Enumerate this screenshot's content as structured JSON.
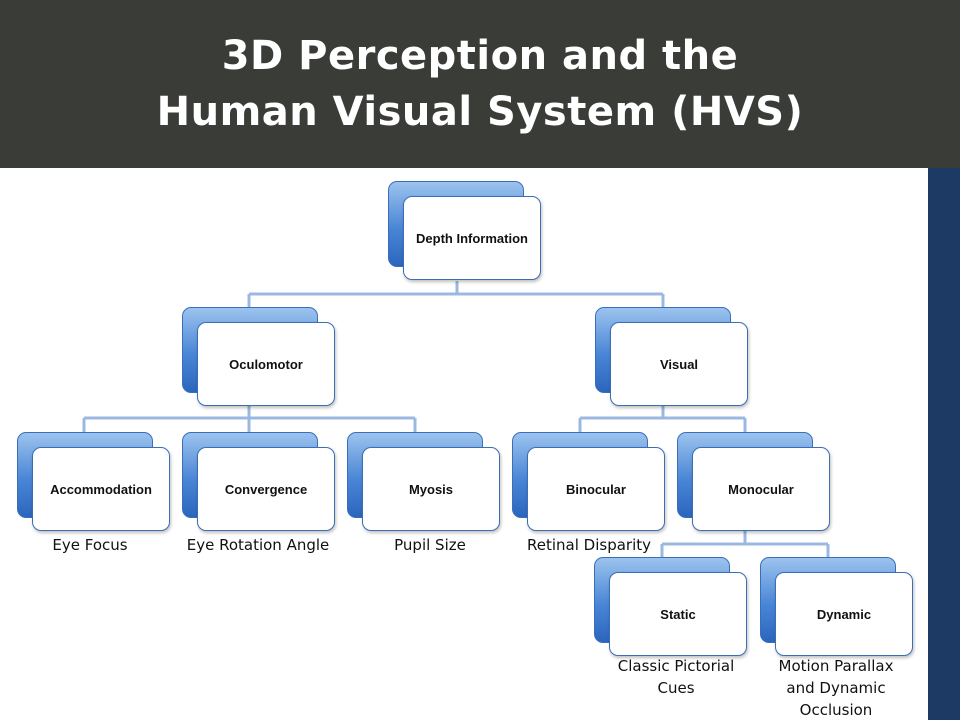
{
  "title": {
    "line1": "3D Perception and the",
    "line2": "Human Visual System (HVS)"
  },
  "nodes": {
    "depth": "Depth Information",
    "oculomotor": "Oculomotor",
    "visual": "Visual",
    "accommodation": "Accommodation",
    "convergence": "Convergence",
    "myosis": "Myosis",
    "binocular": "Binocular",
    "monocular": "Monocular",
    "static": "Static",
    "dynamic": "Dynamic"
  },
  "captions": {
    "accommodation": "Eye Focus",
    "convergence": "Eye Rotation Angle",
    "myosis": "Pupil Size",
    "binocular": "Retinal Disparity",
    "static_line1": "Classic Pictorial",
    "static_line2": "Cues",
    "dynamic_line1": "Motion Parallax",
    "dynamic_line2": "and Dynamic",
    "dynamic_line3": "Occlusion"
  },
  "colors": {
    "header_bg": "#3a3c37",
    "accent_bar": "#1c3a63",
    "connector": "#5b8bd0"
  }
}
